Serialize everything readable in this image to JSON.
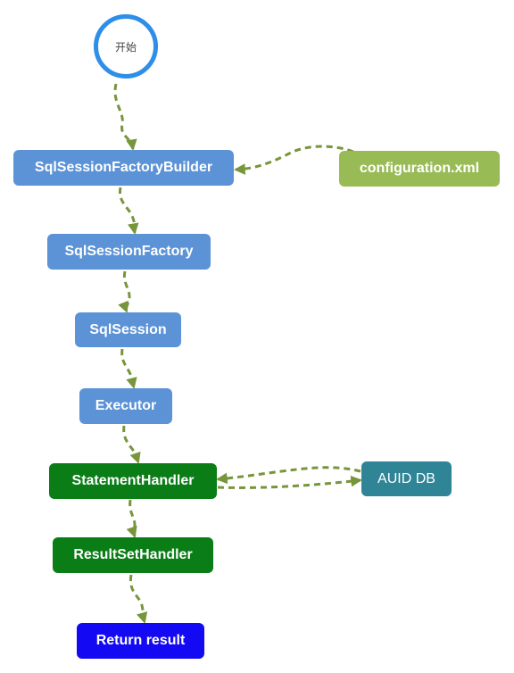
{
  "diagram": {
    "start": {
      "label": "开始"
    },
    "nodes": {
      "sql_session_factory_builder": "SqlSessionFactoryBuilder",
      "configuration_xml": "configuration.xml",
      "sql_session_factory": "SqlSessionFactory",
      "sql_session": "SqlSession",
      "executor": "Executor",
      "statement_handler": "StatementHandler",
      "auid_db": "AUID DB",
      "result_set_handler": "ResultSetHandler",
      "return_result": "Return result"
    },
    "edges": [
      {
        "from": "开始",
        "to": "SqlSessionFactoryBuilder"
      },
      {
        "from": "configuration.xml",
        "to": "SqlSessionFactoryBuilder"
      },
      {
        "from": "SqlSessionFactoryBuilder",
        "to": "SqlSessionFactory"
      },
      {
        "from": "SqlSessionFactory",
        "to": "SqlSession"
      },
      {
        "from": "SqlSession",
        "to": "Executor"
      },
      {
        "from": "Executor",
        "to": "StatementHandler"
      },
      {
        "from": "StatementHandler",
        "to": "AUID DB"
      },
      {
        "from": "AUID DB",
        "to": "StatementHandler"
      },
      {
        "from": "StatementHandler",
        "to": "ResultSetHandler"
      },
      {
        "from": "ResultSetHandler",
        "to": "Return result"
      }
    ],
    "colors": {
      "start_ring": "#2e8ee8",
      "connector": "#77953a",
      "process_blue": "#5c92d6",
      "config_olive": "#99bb55",
      "handler_green": "#0a7d16",
      "database_teal": "#2f8496",
      "result_blue": "#1309f2"
    }
  }
}
